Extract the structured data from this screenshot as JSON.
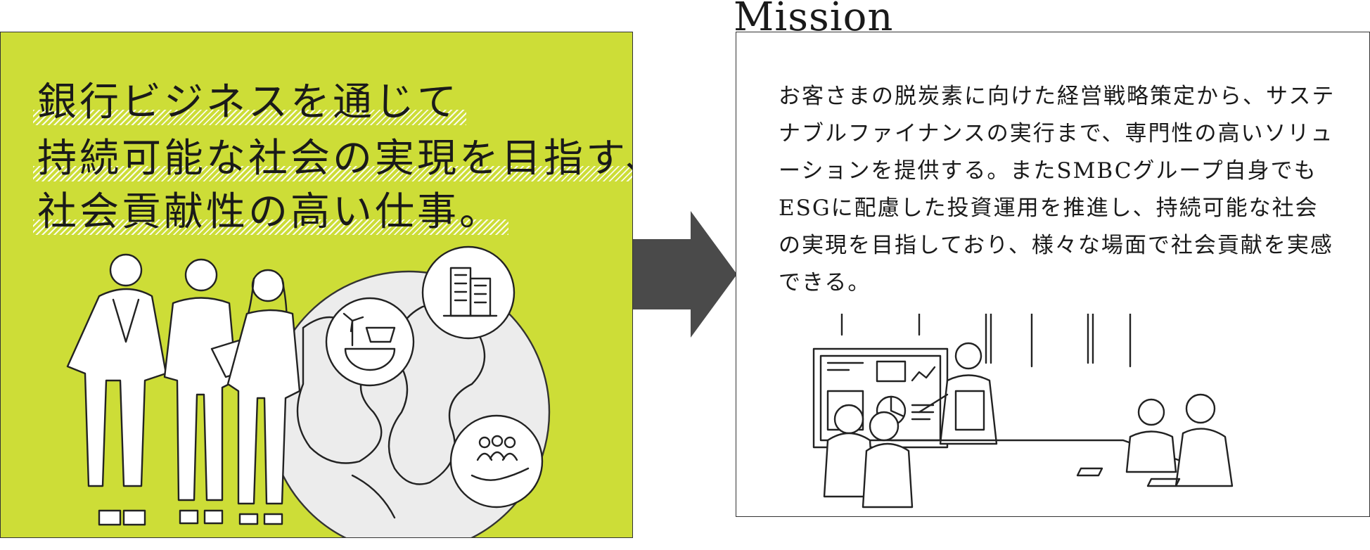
{
  "left": {
    "headline": [
      "銀行ビジネスを通じて",
      "持続可能な社会の実現を目指す、",
      "社会貢献性の高い仕事。"
    ],
    "background_color": "#cddd37",
    "icons": [
      "globe-icon",
      "office-building-icon",
      "renewable-energy-icon",
      "people-support-icon"
    ]
  },
  "arrow_color": "#4a4a4a",
  "right": {
    "title": "Mission",
    "body": "お客さまの脱炭素に向けた経営戦略策定から、サステナブルファイナンスの実行まで、専門性の高いソリューションを提供する。またSMBCグループ自身でもESGに配慮した投資運用を推進し、持続可能な社会の実現を目指しており、様々な場面で社会貢献を実感できる。"
  }
}
